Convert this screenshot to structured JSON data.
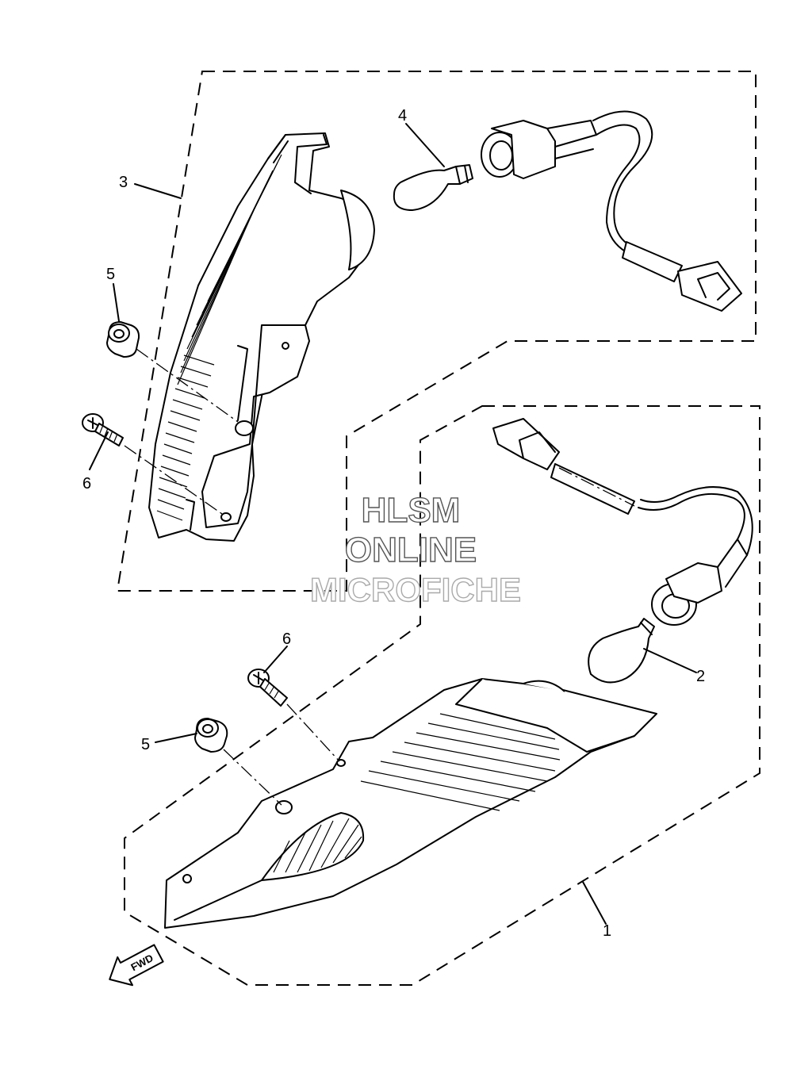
{
  "diagram": {
    "callouts": {
      "c1": "1",
      "c2": "2",
      "c3": "3",
      "c4": "4",
      "c5a": "5",
      "c5b": "5",
      "c6a": "6",
      "c6b": "6"
    },
    "fwd_label": "FWD",
    "watermark": {
      "line1": "HLSM",
      "line2": "ONLINE",
      "line3": "MICROFICHE"
    }
  }
}
